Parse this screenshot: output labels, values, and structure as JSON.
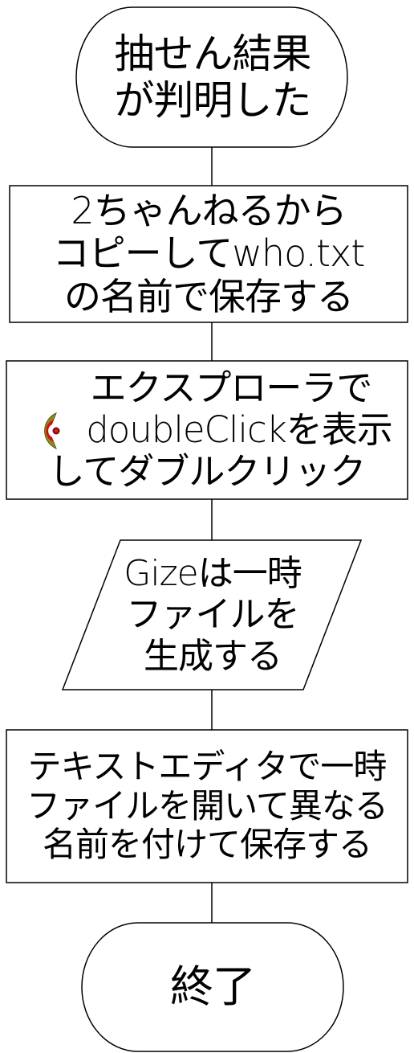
{
  "diagram": {
    "type": "flowchart",
    "nodes": [
      {
        "id": "start",
        "shape": "terminator",
        "lines": [
          "抽せん結果",
          "が判明した"
        ]
      },
      {
        "id": "step1",
        "shape": "process",
        "lines": [
          "2ちゃんねるから",
          "コピーしてwho.txt",
          "の名前で保存する"
        ]
      },
      {
        "id": "step2",
        "shape": "process",
        "icon": "doubleclick-app-icon",
        "lines": [
          "エクスプローラで",
          "doubleClickを表示",
          "してダブルクリック"
        ]
      },
      {
        "id": "step3",
        "shape": "data",
        "lines": [
          "Gizeは一時",
          "ファイルを",
          "生成する"
        ]
      },
      {
        "id": "step4",
        "shape": "process",
        "lines": [
          "テキストエディタで一時",
          "ファイルを開いて異なる",
          "名前を付けて保存する"
        ]
      },
      {
        "id": "end",
        "shape": "terminator",
        "lines": [
          "終了"
        ]
      }
    ],
    "edges": [
      [
        "start",
        "step1"
      ],
      [
        "step1",
        "step2"
      ],
      [
        "step2",
        "step3"
      ],
      [
        "step3",
        "step4"
      ],
      [
        "step4",
        "end"
      ]
    ],
    "colors": {
      "stroke": "#000000",
      "background": "#ffffff",
      "icon_olive": "#8a8a1e",
      "icon_red": "#d01010",
      "icon_dark_red": "#8a0a0a"
    }
  }
}
